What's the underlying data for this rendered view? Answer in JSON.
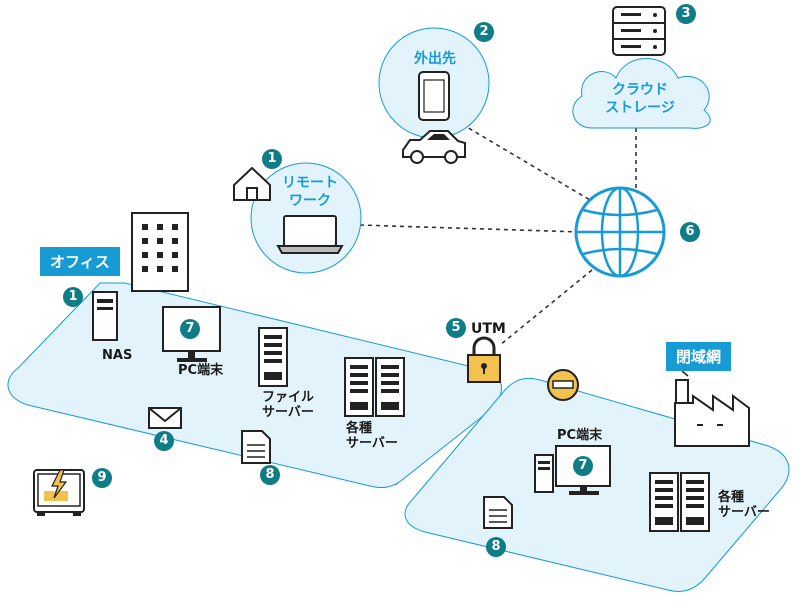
{
  "zones": {
    "office": "オフィス",
    "closed_network": "閉域網"
  },
  "nodes": {
    "remote_work": "リモートワーク",
    "remote_work_line1": "リモート",
    "remote_work_line2": "ワーク",
    "outside": "外出先",
    "cloud_line1": "クラウド",
    "cloud_line2": "ストレージ",
    "utm": "UTM",
    "nas": "NAS",
    "pc": "PC端末",
    "file_server_line1": "ファイル",
    "file_server_line2": "サーバー",
    "servers_line1": "各種",
    "servers_line2": "サーバー",
    "closed_pc": "PC端末",
    "closed_servers_line1": "各種",
    "closed_servers_line2": "サーバー"
  },
  "markers": {
    "n1": "1",
    "n2": "2",
    "n3": "3",
    "n4": "4",
    "n5": "5",
    "n6": "6",
    "n7": "7",
    "n8": "8",
    "n9": "9"
  },
  "icons": [
    "house-icon",
    "laptop-icon",
    "smartphone-icon",
    "car-icon",
    "database-icon",
    "cloud-icon",
    "globe-icon",
    "building-icon",
    "tower-server-icon",
    "monitor-icon",
    "mail-icon",
    "document-icon",
    "padlock-icon",
    "factory-icon",
    "no-entry-icon",
    "battery-icon"
  ],
  "colors": {
    "accent": "#169bd5",
    "zone_fill": "#e3f3fb",
    "marker": "#0f7d86",
    "lock": "#f2c14e"
  }
}
